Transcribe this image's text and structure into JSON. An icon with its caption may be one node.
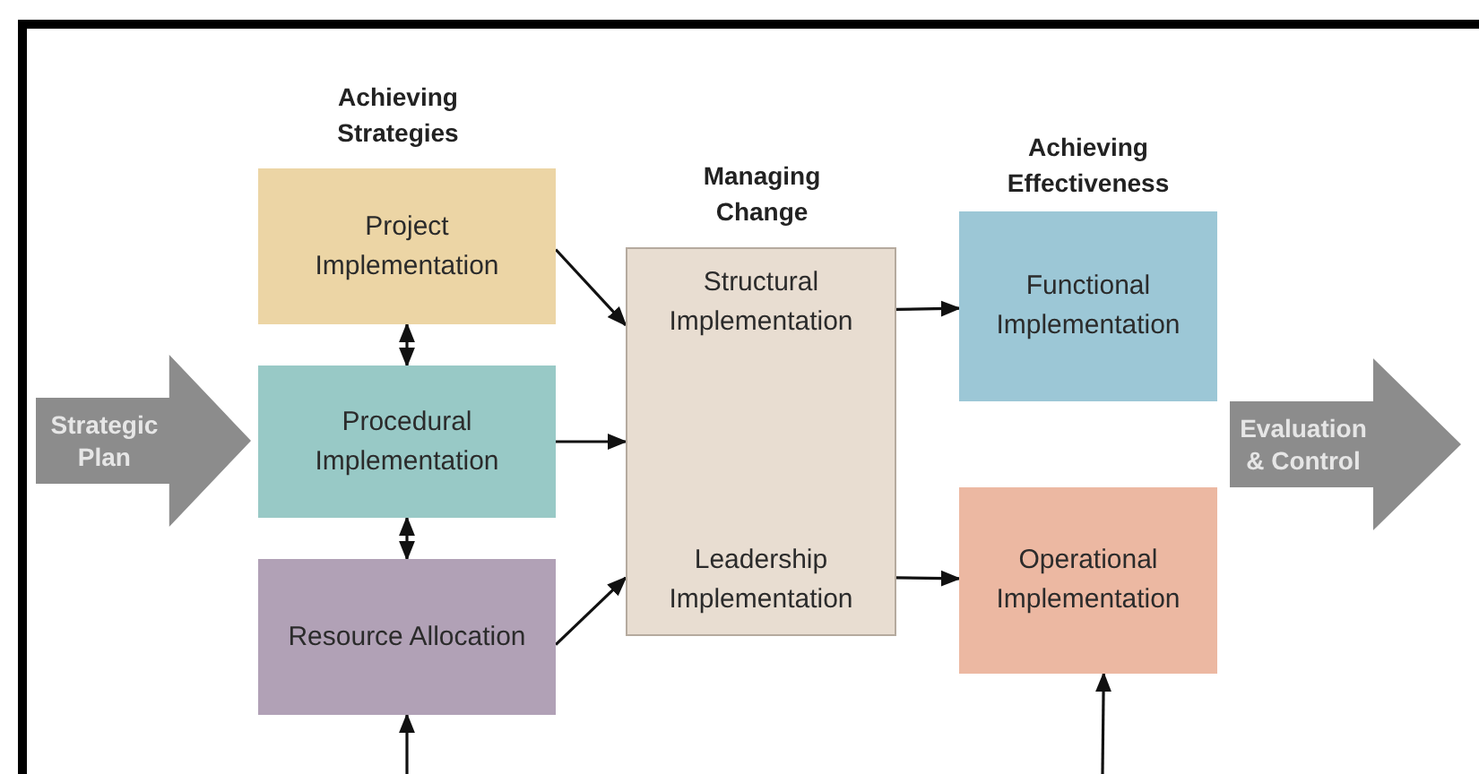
{
  "diagram": {
    "nodes": [
      {
        "text": [
          "Strategic Plan"
        ]
      },
      {
        "text": [
          "Project Implementation"
        ]
      },
      {
        "text": [
          "Procedural Implementation"
        ]
      },
      {
        "text": [
          "Resource Allocation"
        ]
      },
      {
        "text": [
          "Structural Implementation",
          "Leadership Implementation"
        ]
      },
      {
        "text": [
          "Functional Implementation"
        ]
      },
      {
        "text": [
          "Operational Implementation"
        ]
      },
      {
        "text": [
          "Evaluation & Control"
        ]
      }
    ],
    "edges": [
      {
        "from": 1,
        "to": 2,
        "arrow": "both"
      },
      {
        "from": 2,
        "to": 3,
        "arrow": "both"
      },
      {
        "from": 1,
        "to": 4,
        "arrow": "to"
      },
      {
        "from": 2,
        "to": 4,
        "arrow": "to"
      },
      {
        "from": 3,
        "to": 4,
        "arrow": "to"
      },
      {
        "from": 4,
        "to": 5,
        "arrow": "to"
      },
      {
        "from": 4,
        "to": 6,
        "arrow": "to"
      },
      {
        "from": null,
        "to": 3,
        "arrow": "to"
      },
      {
        "from": null,
        "to": 6,
        "arrow": "to"
      }
    ],
    "labels": [
      "Achieving Strategies",
      "Managing Change",
      "Achieving Effectiveness"
    ]
  }
}
